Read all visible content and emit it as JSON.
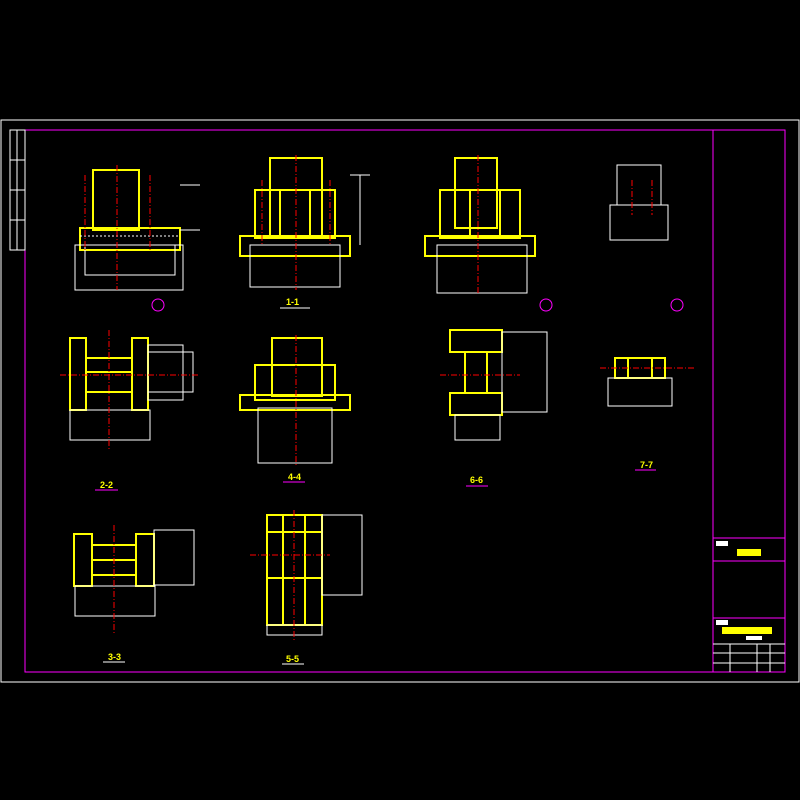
{
  "drawing": {
    "sections": {
      "s11": "1-1",
      "s22": "2-2",
      "s33": "3-3",
      "s44": "4-4",
      "s55": "5-5",
      "s66": "6-6",
      "s77": "7-7"
    }
  },
  "colors": {
    "frame": "#ff00ff",
    "steel": "#ffff00",
    "axis": "#ff0000",
    "lines": "#ffffff"
  }
}
